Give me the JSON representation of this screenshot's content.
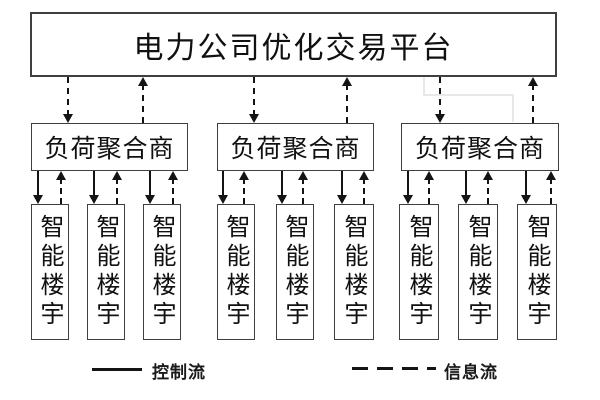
{
  "diagram": {
    "platform": {
      "label": "电力公司优化交易平台"
    },
    "aggregators": [
      {
        "label": "负荷聚合商"
      },
      {
        "label": "负荷聚合商"
      },
      {
        "label": "负荷聚合商"
      }
    ],
    "buildings": [
      {
        "label": "智能楼宇"
      },
      {
        "label": "智能楼宇"
      },
      {
        "label": "智能楼宇"
      },
      {
        "label": "智能楼宇"
      },
      {
        "label": "智能楼宇"
      },
      {
        "label": "智能楼宇"
      },
      {
        "label": "智能楼宇"
      },
      {
        "label": "智能楼宇"
      },
      {
        "label": "智能楼宇"
      }
    ],
    "legend": {
      "control": {
        "label": "控制流",
        "style": "solid"
      },
      "info": {
        "label": "信息流",
        "style": "dashed"
      }
    },
    "colors": {
      "line": "#141414",
      "box_border": "#3f3f3f",
      "artifact": "#e8e8e8",
      "background": "#ffffff"
    }
  }
}
